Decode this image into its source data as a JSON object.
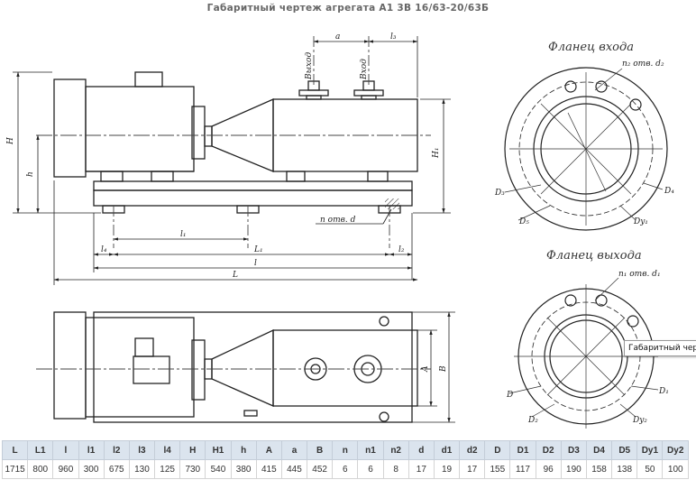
{
  "title": "Габаритный чертеж агрегата А1 3В 16/63-20/63Б",
  "flange_in": {
    "title": "Фланец входа",
    "holes": "n₂ отв. d₂",
    "labels": [
      "D₃",
      "D₄",
      "D₅",
      "Dy₁"
    ]
  },
  "flange_out": {
    "title": "Фланец выхода",
    "holes": "n₁ отв. d₁",
    "labels": [
      "D",
      "D₁",
      "D₂",
      "Dy₂"
    ]
  },
  "ports": {
    "out": "Выход",
    "in": "Вход"
  },
  "dims": {
    "a": "a",
    "l3": "l₃",
    "H": "H",
    "h": "h",
    "H1": "H₁",
    "n_d": "n отв. d",
    "l1": "l₁",
    "l4": "l₄",
    "L1": "L₁",
    "l2": "l₂",
    "l": "l",
    "L": "L",
    "A": "A",
    "B": "B"
  },
  "tooltip": "Габаритный чертеж",
  "table": {
    "headers": [
      "L",
      "L1",
      "l",
      "l1",
      "l2",
      "l3",
      "l4",
      "H",
      "H1",
      "h",
      "A",
      "a",
      "B",
      "n",
      "n1",
      "n2",
      "d",
      "d1",
      "d2",
      "D",
      "D1",
      "D2",
      "D3",
      "D4",
      "D5",
      "Dy1",
      "Dy2"
    ],
    "rows": [
      [
        "1715",
        "800",
        "960",
        "300",
        "675",
        "130",
        "125",
        "730",
        "540",
        "380",
        "415",
        "445",
        "452",
        "6",
        "6",
        "8",
        "17",
        "19",
        "17",
        "155",
        "117",
        "96",
        "190",
        "158",
        "138",
        "50",
        "100"
      ]
    ]
  }
}
